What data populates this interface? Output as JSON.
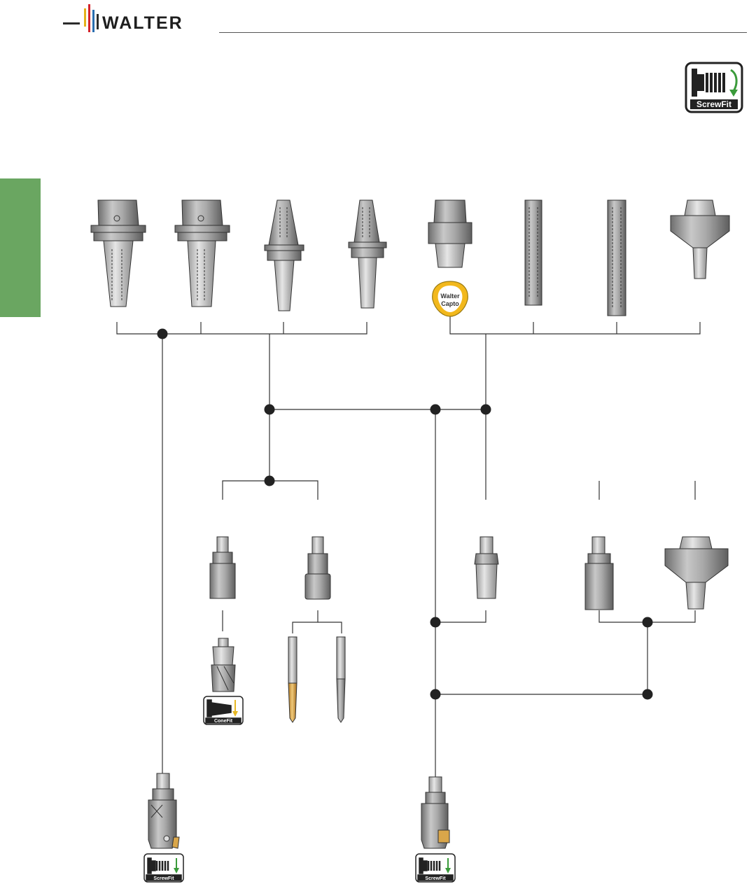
{
  "brand": {
    "name": "WALTER",
    "accent_colors": [
      "#2b2b2b",
      "#e3b21c",
      "#d4232a",
      "#2a6fb0",
      "#2b2b2b"
    ]
  },
  "side_tab": {
    "color": "#6aa661"
  },
  "badges": {
    "screwfit_label": "ScrewFit",
    "conefit_label": "ConeFit",
    "capto_line1": "Walter",
    "capto_line2": "Capto"
  },
  "colors": {
    "line": "#333333",
    "node": "#222222",
    "tool_body": "#8e8e8e",
    "tool_light": "#c9c9c9",
    "drill_gold": "#d9a64a",
    "arrow_green": "#3b9b3b",
    "arrow_yellow": "#e8b823"
  },
  "icons": [
    "walter-logo",
    "screwfit-icon",
    "conefit-icon",
    "walter-capto-icon"
  ]
}
